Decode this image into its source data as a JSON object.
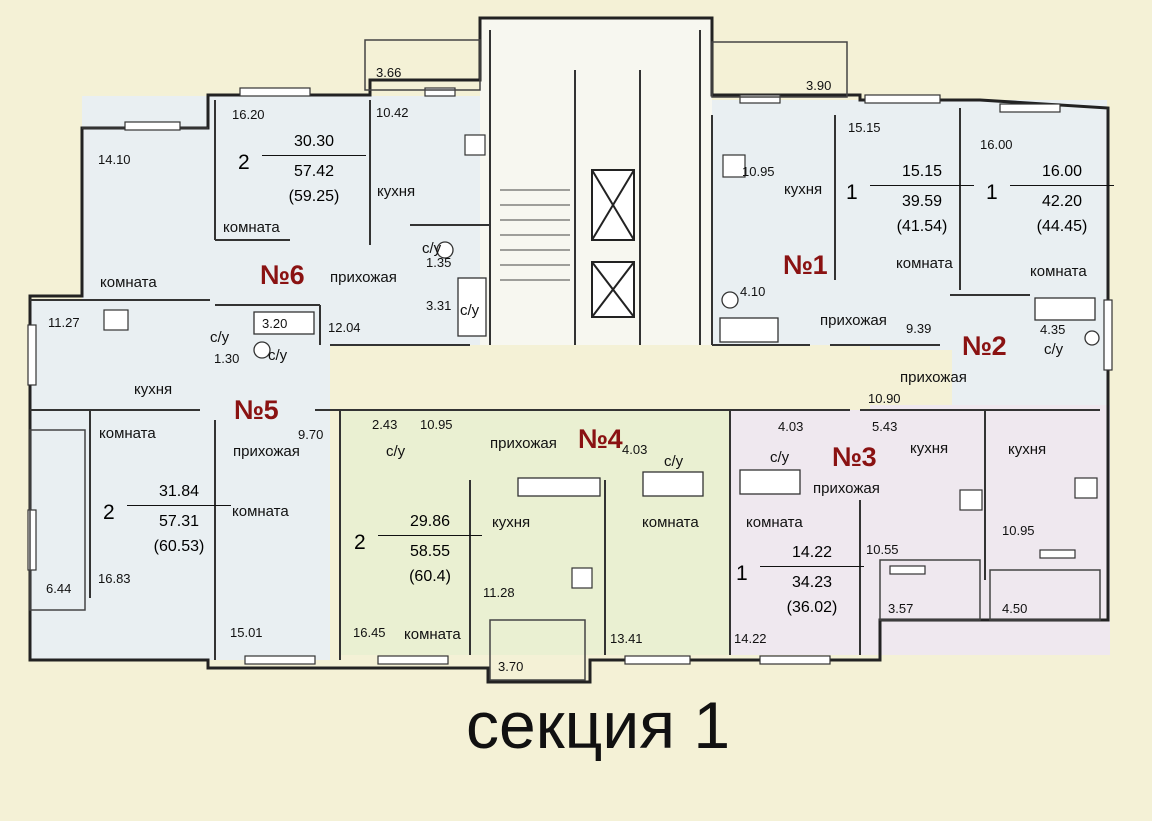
{
  "section_title": "секция 1",
  "colors": {
    "background": "#f4f1d6",
    "wall": "#222222",
    "apt_blue": "#e9eff2",
    "apt_lilac": "#efe8ef",
    "apt_green": "#eaf0d2",
    "stair": "#f7f7f0",
    "number_red": "#8a1212"
  },
  "apartments": [
    {
      "number": "№6",
      "rooms": "2",
      "living": "30.30",
      "total": "57.42",
      "with_balcony": "(59.25)"
    },
    {
      "number": "№1",
      "rooms": "1",
      "living": "15.15",
      "total": "39.59",
      "with_balcony": "(41.54)"
    },
    {
      "number": "№2",
      "rooms": "1",
      "living": "16.00",
      "total": "42.20",
      "with_balcony": "(44.45)"
    },
    {
      "number": "№5",
      "rooms": "2",
      "living": "31.84",
      "total": "57.31",
      "with_balcony": "(60.53)"
    },
    {
      "number": "№4",
      "rooms": "2",
      "living": "29.86",
      "total": "58.55",
      "with_balcony": "(60.4)"
    },
    {
      "number": "№3",
      "rooms": "1",
      "living": "14.22",
      "total": "34.23",
      "with_balcony": "(36.02)"
    }
  ],
  "room_words": {
    "room": "комната",
    "kitchen": "кухня",
    "hall": "прихожая",
    "bath": "с/у"
  },
  "areas": [
    "3.66",
    "10.42",
    "16.20",
    "14.10",
    "1.35",
    "3.31",
    "12.04",
    "11.27",
    "3.20",
    "1.30",
    "3.90",
    "15.15",
    "16.00",
    "10.95",
    "4.10",
    "9.39",
    "4.35",
    "10.90",
    "9.70",
    "2.43",
    "10.95",
    "4.03",
    "4.03",
    "5.43",
    "10.95",
    "16.83",
    "6.44",
    "15.01",
    "16.45",
    "11.28",
    "3.70",
    "13.41",
    "14.22",
    "10.55",
    "3.57",
    "4.50"
  ]
}
